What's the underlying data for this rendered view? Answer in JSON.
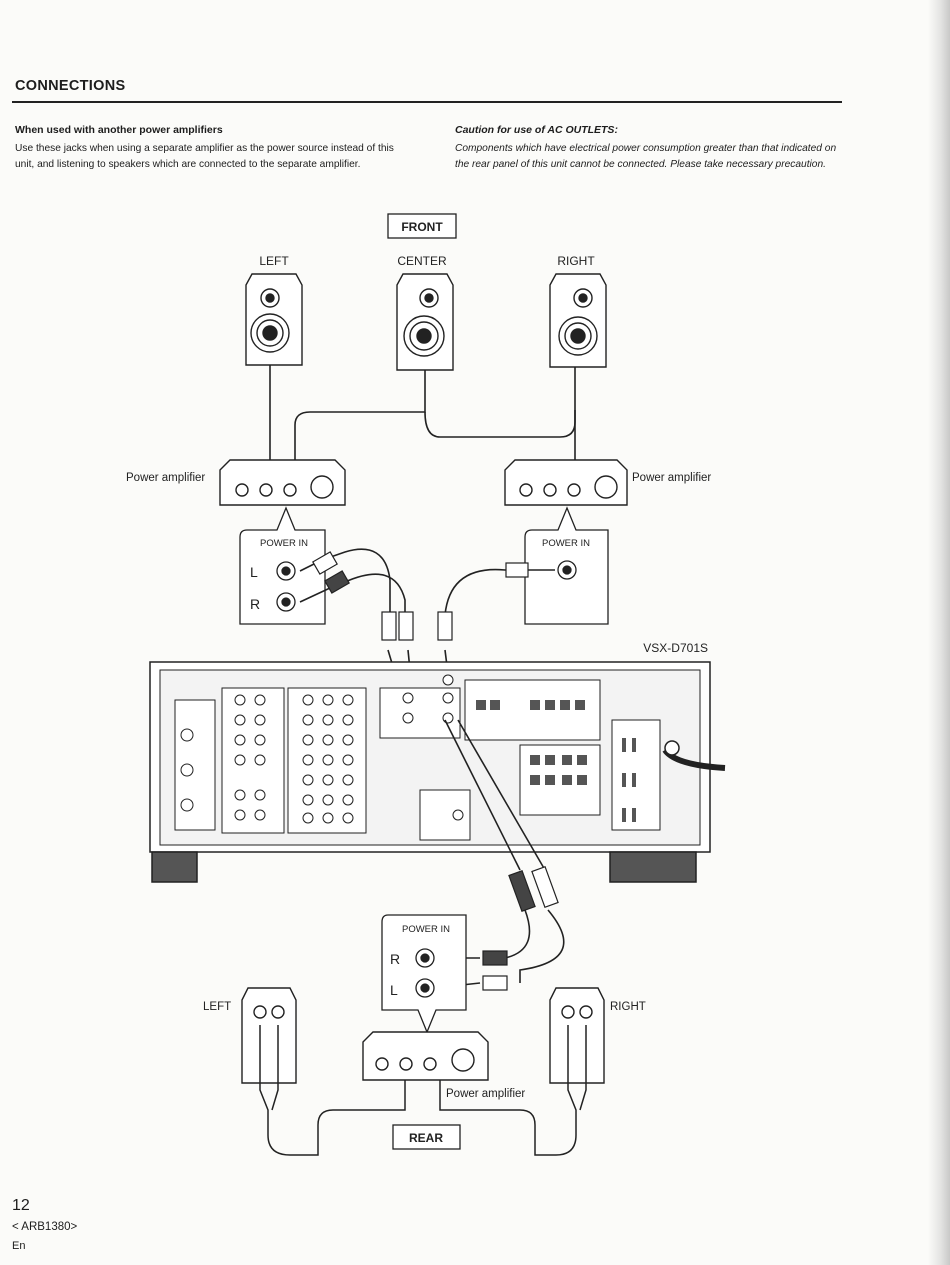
{
  "section_title": "CONNECTIONS",
  "left_block": {
    "heading": "When used with another power amplifiers",
    "body": "Use these jacks when using a separate amplifier as the power source instead of this unit, and listening to speakers which are connected to the separate amplifier."
  },
  "right_block": {
    "heading": "Caution for use of AC OUTLETS:",
    "body": "Components which have electrical power consumption greater than that indicated on the rear panel of this unit cannot be connected. Please take necessary precaution."
  },
  "diagram": {
    "front_label": "FRONT",
    "rear_label": "REAR",
    "speaker_left": "LEFT",
    "speaker_center": "CENTER",
    "speaker_right": "RIGHT",
    "amp_left_label": "Power amplifier",
    "amp_right_label": "Power amplifier",
    "amp_rear_label": "Power amplifier",
    "power_in": "POWER IN",
    "jack_l": "L",
    "jack_r": "R",
    "model": "VSX-D701S",
    "rear_left": "LEFT",
    "rear_right": "RIGHT"
  },
  "footer": {
    "page_number": "12",
    "code": "< ARB1380>",
    "lang": "En"
  }
}
